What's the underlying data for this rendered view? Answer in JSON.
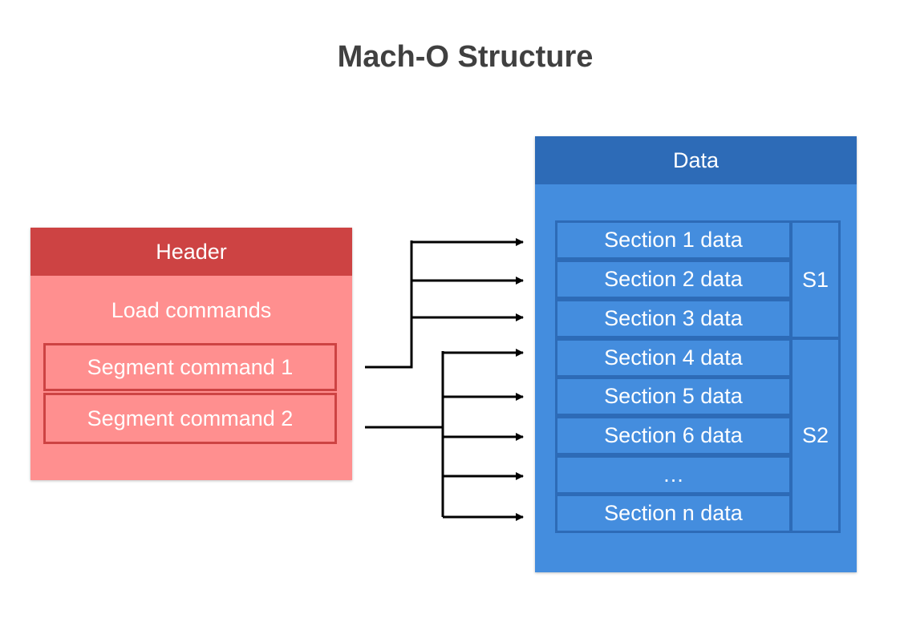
{
  "title": "Mach-O Structure",
  "header_box": {
    "header_label": "Header",
    "load_commands_label": "Load commands",
    "segments": [
      "Segment command 1",
      "Segment command 2"
    ]
  },
  "data_box": {
    "header_label": "Data",
    "sections": [
      "Section 1 data",
      "Section 2 data",
      "Section 3 data",
      "Section 4 data",
      "Section 5 data",
      "Section 6 data",
      "…",
      "Section n data"
    ],
    "groups": [
      {
        "label": "S1",
        "sections": 3
      },
      {
        "label": "S2",
        "sections": 5
      }
    ]
  },
  "colors": {
    "header_dark": "#cd4343",
    "header_light": "#ff8f8f",
    "data_dark": "#2d6bb7",
    "data_light": "#448dde"
  }
}
